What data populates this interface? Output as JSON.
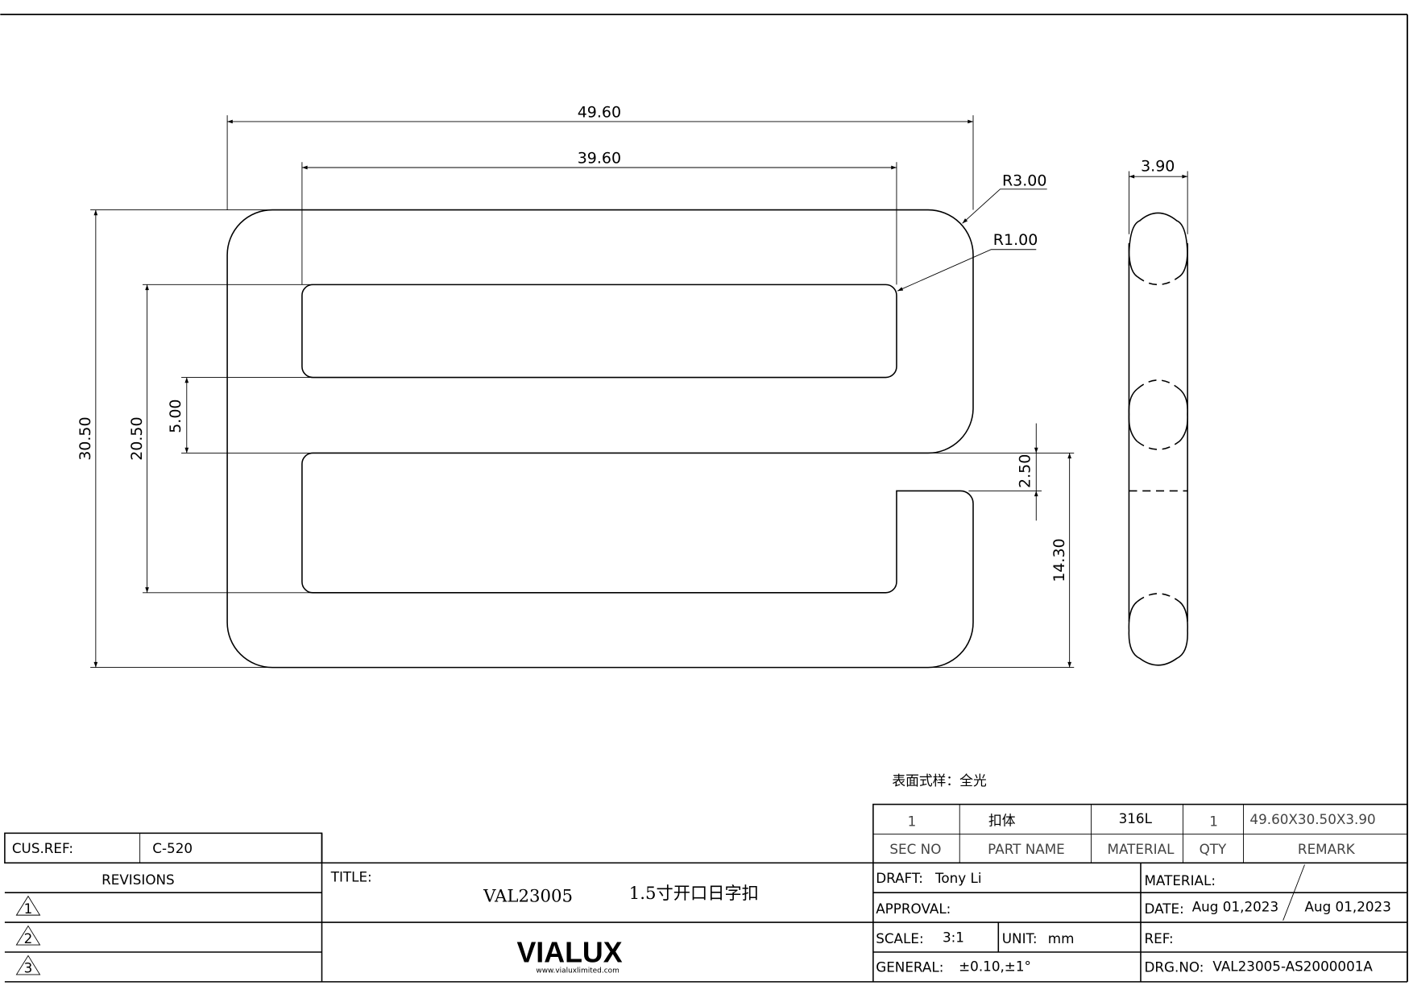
{
  "dimensions": {
    "overall_width": "49.60",
    "inner_width": "39.60",
    "outer_radius": "R3.00",
    "inner_radius": "R1.00",
    "overall_height": "30.50",
    "inner_height": "20.50",
    "bar_width": "5.00",
    "gap_opening": "2.50",
    "lower_height": "14.30",
    "thickness": "3.90"
  },
  "note": "表面式样：全光",
  "parts_table": {
    "row": {
      "sec_no": "1",
      "part_name": "扣体",
      "material": "316L",
      "qty": "1",
      "remark": "49.60X30.50X3.90"
    },
    "headers": {
      "sec_no": "SEC NO",
      "part_name": "PART NAME",
      "material": "MATERIAL",
      "qty": "QTY",
      "remark": "REMARK"
    }
  },
  "customer": {
    "label": "CUS.REF:",
    "value": "C-520"
  },
  "revisions": {
    "label": "REVISIONS",
    "marks": [
      "1",
      "2",
      "3"
    ]
  },
  "title": {
    "label": "TITLE:",
    "code": "VAL23005",
    "name": "1.5寸开口日字扣"
  },
  "logo": {
    "brand": "VIALUX",
    "url": "www.vialuxlimited.com"
  },
  "title_block": {
    "draft_label": "DRAFT:",
    "draft_value": "Tony Li",
    "approval_label": "APPROVAL:",
    "scale_label": "SCALE:",
    "scale_value": "3:1",
    "unit_label": "UNIT:",
    "unit_value": "mm",
    "general_label": "GENERAL:",
    "general_value": "±0.10,±1°",
    "material_label": "MATERIAL:",
    "date_label": "DATE:",
    "date_value_1": "Aug 01,2023",
    "date_value_2": "Aug 01,2023",
    "ref_label": "REF:",
    "drg_label": "DRG.NO:",
    "drg_value": "VAL23005-AS2000001A"
  }
}
